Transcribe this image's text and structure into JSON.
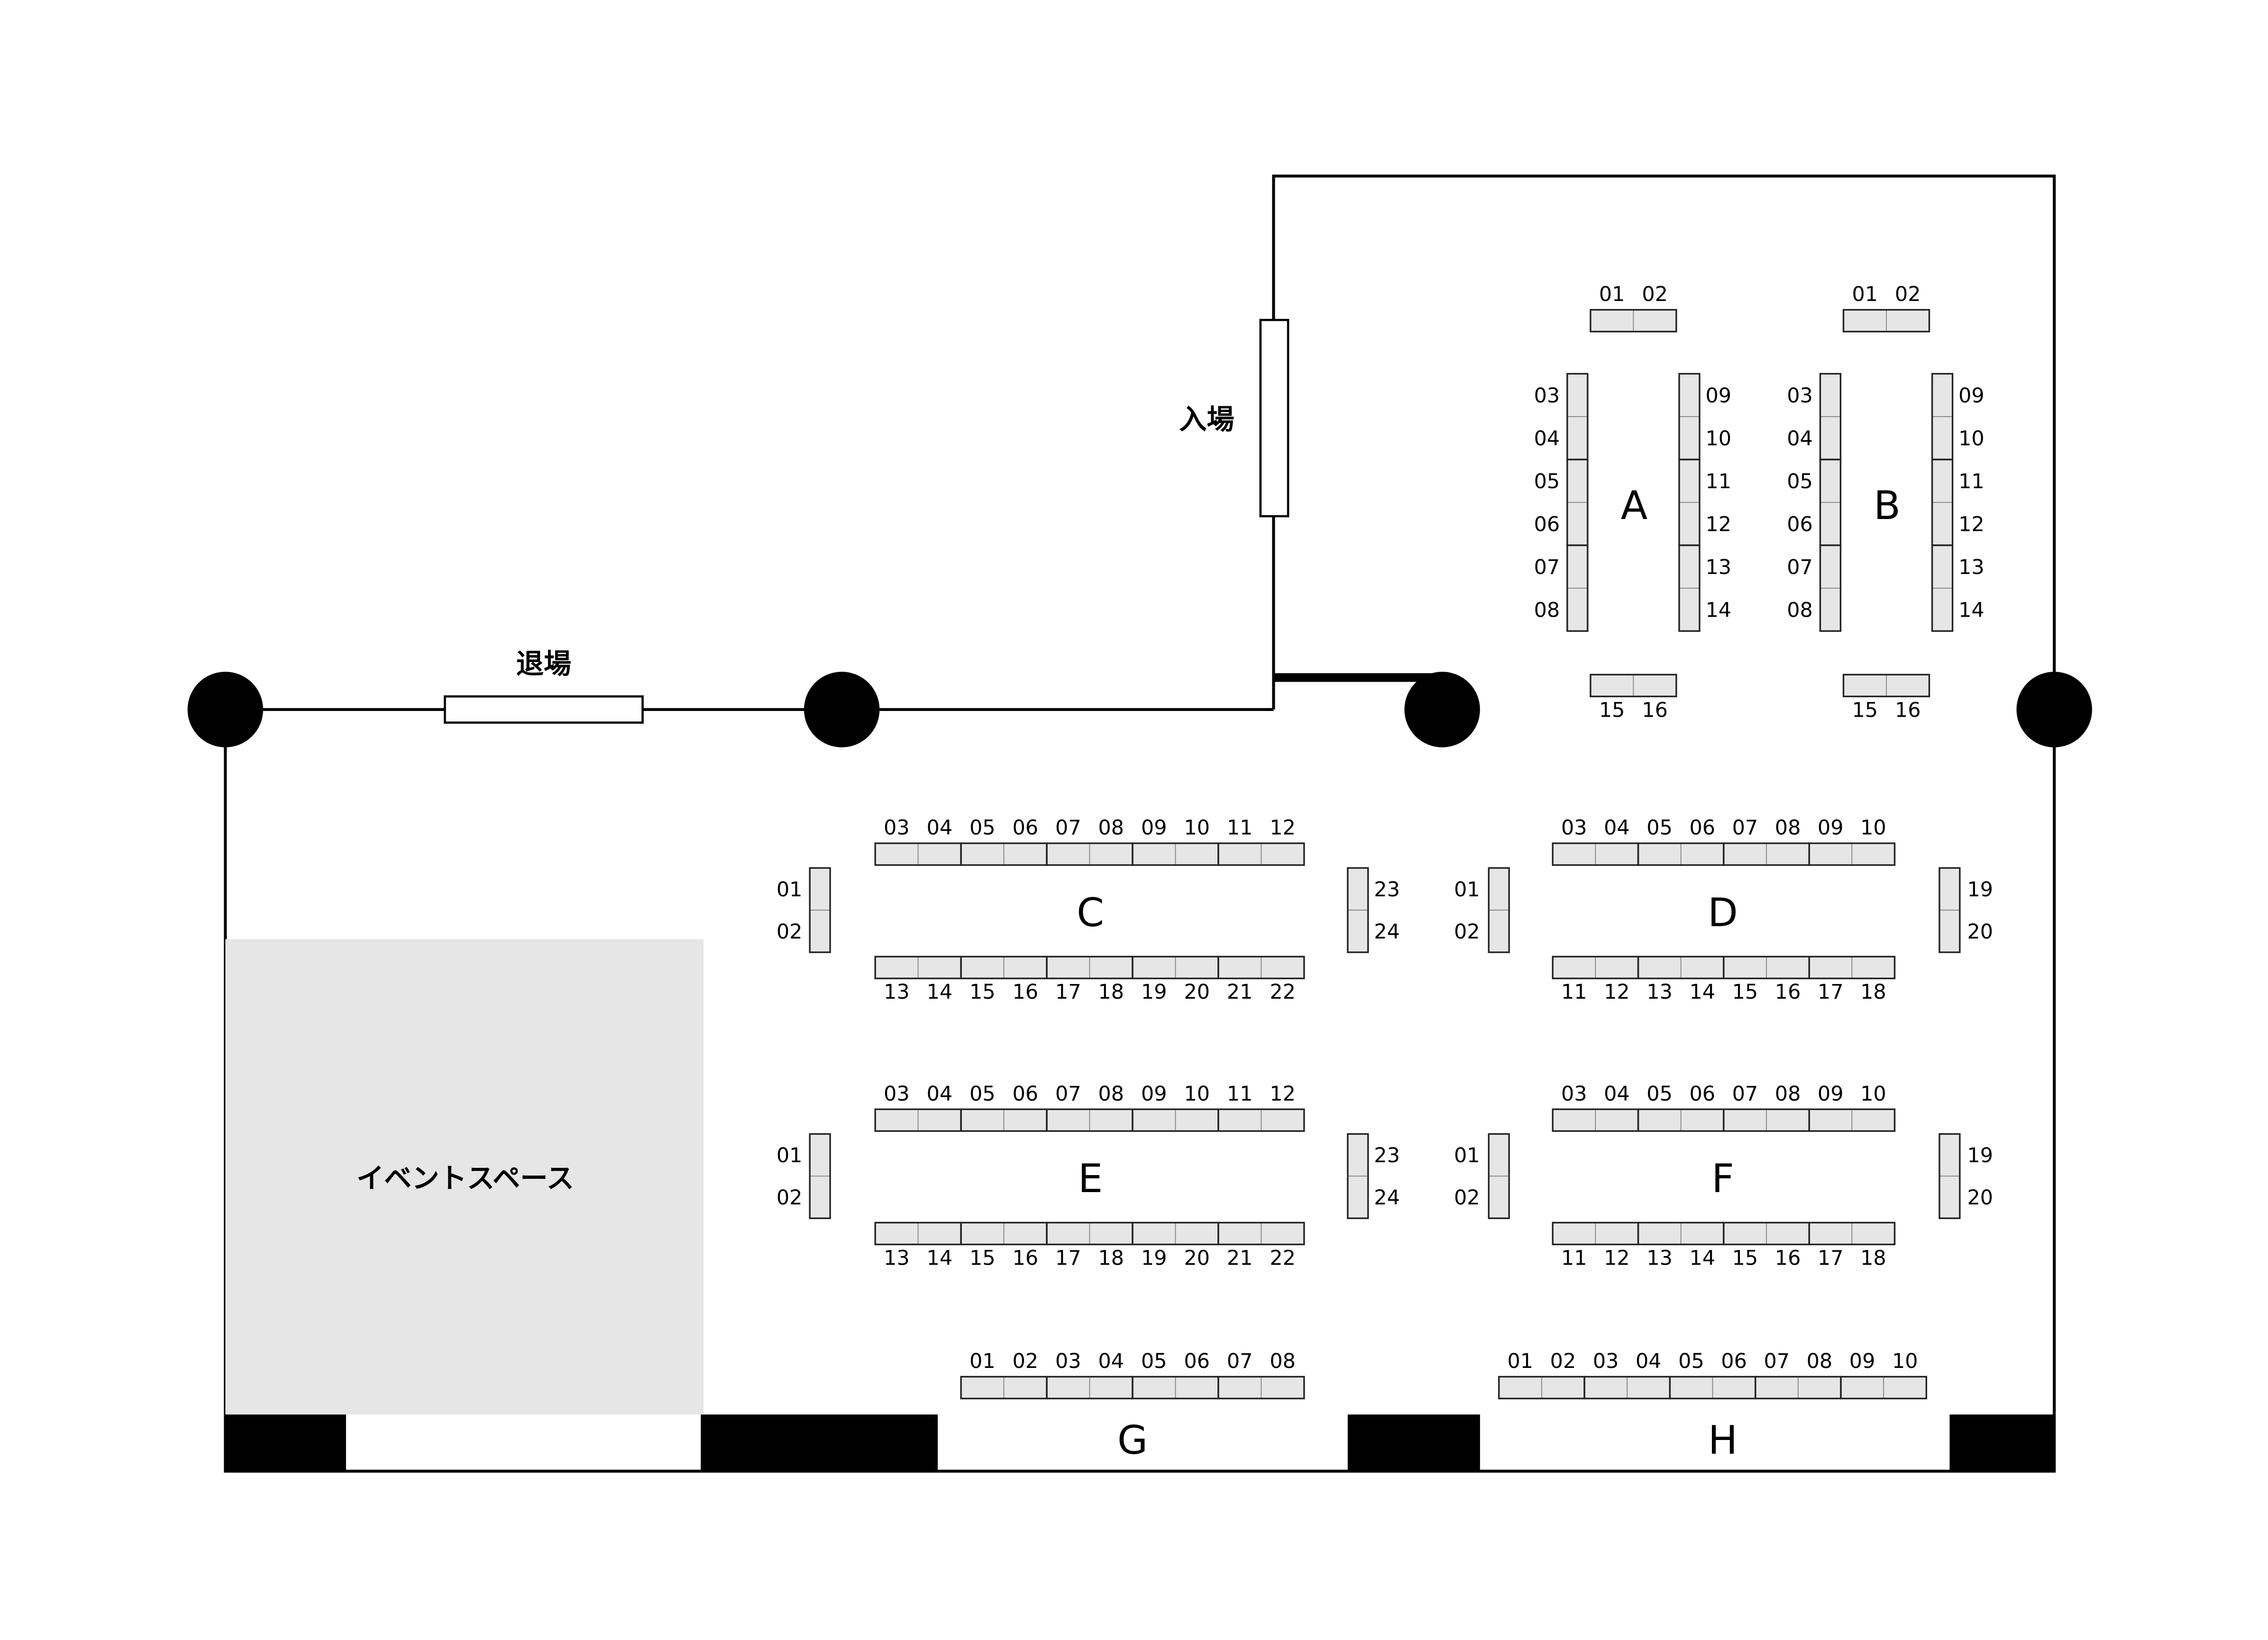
{
  "labels": {
    "entrance": "入場",
    "exit": "退場",
    "event_space": "イベントスペース"
  },
  "colors": {
    "table": "#e6e6e6",
    "event_space": "#e6e6e6",
    "wall": "#000000"
  },
  "blocks": {
    "A": {
      "name": "A",
      "top": [
        "01",
        "02"
      ],
      "left": [
        "03",
        "04",
        "05",
        "06",
        "07",
        "08"
      ],
      "right": [
        "09",
        "10",
        "11",
        "12",
        "13",
        "14"
      ],
      "bottom": [
        "15",
        "16"
      ]
    },
    "B": {
      "name": "B",
      "top": [
        "01",
        "02"
      ],
      "left": [
        "03",
        "04",
        "05",
        "06",
        "07",
        "08"
      ],
      "right": [
        "09",
        "10",
        "11",
        "12",
        "13",
        "14"
      ],
      "bottom": [
        "15",
        "16"
      ]
    },
    "C": {
      "name": "C",
      "left": [
        "01",
        "02"
      ],
      "top": [
        "03",
        "04",
        "05",
        "06",
        "07",
        "08",
        "09",
        "10",
        "11",
        "12"
      ],
      "bottom": [
        "13",
        "14",
        "15",
        "16",
        "17",
        "18",
        "19",
        "20",
        "21",
        "22"
      ],
      "right": [
        "23",
        "24"
      ]
    },
    "D": {
      "name": "D",
      "left": [
        "01",
        "02"
      ],
      "top": [
        "03",
        "04",
        "05",
        "06",
        "07",
        "08",
        "09",
        "10"
      ],
      "bottom": [
        "11",
        "12",
        "13",
        "14",
        "15",
        "16",
        "17",
        "18"
      ],
      "right": [
        "19",
        "20"
      ]
    },
    "E": {
      "name": "E",
      "left": [
        "01",
        "02"
      ],
      "top": [
        "03",
        "04",
        "05",
        "06",
        "07",
        "08",
        "09",
        "10",
        "11",
        "12"
      ],
      "bottom": [
        "13",
        "14",
        "15",
        "16",
        "17",
        "18",
        "19",
        "20",
        "21",
        "22"
      ],
      "right": [
        "23",
        "24"
      ]
    },
    "F": {
      "name": "F",
      "left": [
        "01",
        "02"
      ],
      "top": [
        "03",
        "04",
        "05",
        "06",
        "07",
        "08",
        "09",
        "10"
      ],
      "bottom": [
        "11",
        "12",
        "13",
        "14",
        "15",
        "16",
        "17",
        "18"
      ],
      "right": [
        "19",
        "20"
      ]
    },
    "G": {
      "name": "G",
      "top": [
        "01",
        "02",
        "03",
        "04",
        "05",
        "06",
        "07",
        "08"
      ]
    },
    "H": {
      "name": "H",
      "top": [
        "01",
        "02",
        "03",
        "04",
        "05",
        "06",
        "07",
        "08",
        "09",
        "10"
      ]
    }
  }
}
